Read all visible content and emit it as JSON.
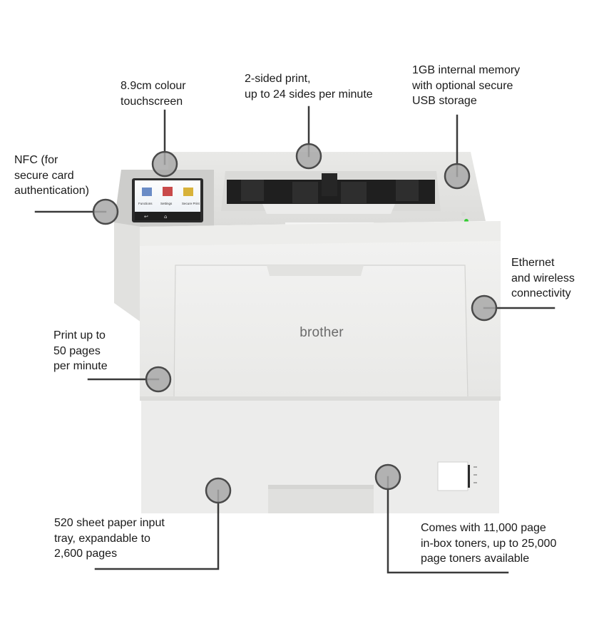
{
  "printer": {
    "brand": "brother",
    "screen_items": [
      "Functions",
      "Settings",
      "Secure Print"
    ]
  },
  "callouts": [
    {
      "id": "nfc",
      "lines": [
        "NFC (for",
        "secure card",
        "authentication)"
      ]
    },
    {
      "id": "touchscreen",
      "lines": [
        "8.9cm colour",
        "touchscreen"
      ]
    },
    {
      "id": "duplex",
      "lines": [
        "2-sided print,",
        "up to 24 sides per minute"
      ]
    },
    {
      "id": "memory",
      "lines": [
        "1GB internal memory",
        "with optional secure",
        "USB storage"
      ]
    },
    {
      "id": "ethernet",
      "lines": [
        "Ethernet",
        "and wireless",
        "connectivity"
      ]
    },
    {
      "id": "speed",
      "lines": [
        "Print up to",
        "50 pages",
        "per minute"
      ]
    },
    {
      "id": "tray",
      "lines": [
        "520 sheet paper input",
        "tray, expandable to",
        "2,600 pages"
      ]
    },
    {
      "id": "toner",
      "lines": [
        "Comes with 11,000 page",
        "in-box toners, up to 25,000",
        "page toners available"
      ]
    }
  ],
  "colors": {
    "marker_fill": "#a8a8a8",
    "marker_stroke": "#4a4a4a",
    "leader_line": "#3a3a3a",
    "body_light": "#eeeeec",
    "body_mid": "#e3e3e1",
    "panel": "#cfcfcd",
    "screen_bezel": "#2b2b2b",
    "status_led": "#33cc33"
  }
}
